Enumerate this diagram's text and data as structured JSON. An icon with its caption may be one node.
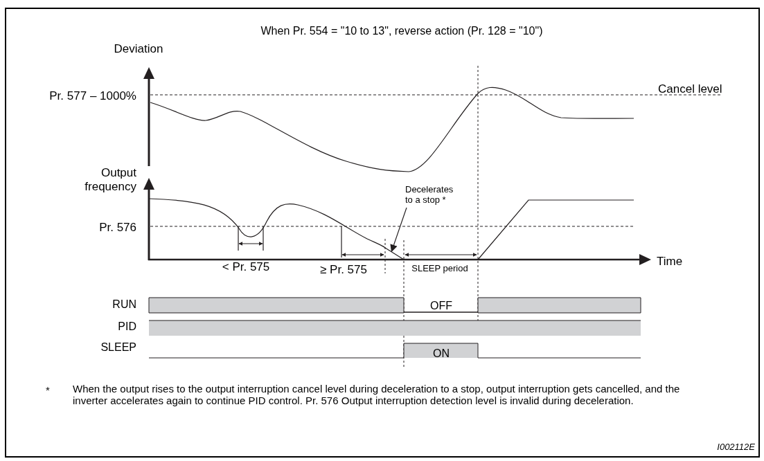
{
  "diagram": {
    "title": "When Pr. 554 = \"10 to 13\", reverse action (Pr. 128 = \"10\")",
    "nodes": [
      {
        "text": [
          "Decelerates to a stop *"
        ]
      },
      {
        "text": [],
        "shape": "line"
      }
    ],
    "edges": [
      {
        "from": 0,
        "to": 1,
        "arrow": "to"
      }
    ],
    "labels": [
      "Deviation",
      "Pr. 577 – 1000%",
      "Cancel level",
      "Output frequency",
      "Pr. 576",
      "< Pr. 575",
      "≥ Pr. 575",
      "SLEEP period",
      "Time",
      "RUN",
      "OFF",
      "PID",
      "SLEEP",
      "ON",
      "*",
      "When the output rises to the output interruption cancel level during deceleration to a stop, output interruption gets cancelled, and the inverter accelerates again to continue PID control. Pr. 576 Output interruption detection level is invalid during deceleration.",
      "I002112E"
    ]
  }
}
